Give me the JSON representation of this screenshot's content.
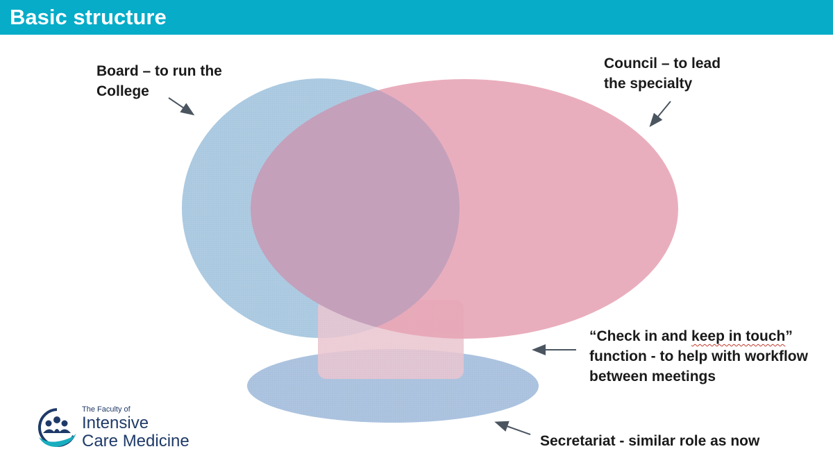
{
  "header": {
    "title": "Basic structure",
    "color": "#06acc8"
  },
  "labels": {
    "board": [
      "Board – to run the",
      "College"
    ],
    "council": [
      "Council – to lead",
      "the specialty"
    ],
    "check_in": {
      "line1_prefix": "“Check in and ",
      "line1_squiggle": "keep in touch",
      "line1_suffix": "”",
      "line2": "function - to help with workflow",
      "line3": "between meetings"
    },
    "secretariat": "Secretariat - similar role as now"
  },
  "colors": {
    "board": "#a9c8e0",
    "council": "#e7a5b6",
    "overlap": "#c4a0bb",
    "checkin_box": "#e9c3ce",
    "secretariat": "#a9c1de",
    "arrow": "#4a5560"
  },
  "logo": {
    "small_text": "The Faculty of",
    "line1": "Intensive",
    "line2": "Care Medicine",
    "icon": "hand-with-people-icon"
  }
}
